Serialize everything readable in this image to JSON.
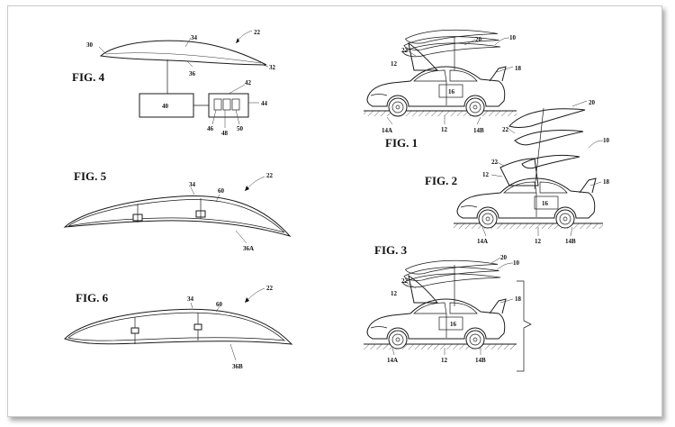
{
  "figures": {
    "fig1": "FIG. 1",
    "fig2": "FIG. 2",
    "fig3": "FIG. 3",
    "fig4": "FIG. 4",
    "fig5": "FIG. 5",
    "fig6": "FIG. 6"
  },
  "refs": {
    "fig4": {
      "r22": "22",
      "r30": "30",
      "r34": "34",
      "r32": "32",
      "r36": "36",
      "r40": "40",
      "r42": "42",
      "r44": "44",
      "r46": "46",
      "r48": "48",
      "r50": "50"
    },
    "fig5": {
      "r22": "22",
      "r34": "34",
      "r60": "60",
      "r36a": "36A"
    },
    "fig6": {
      "r22": "22",
      "r34": "34",
      "r60": "60",
      "r36b": "36B"
    },
    "fig1": {
      "r10": "10",
      "r20": "20",
      "r22": "22",
      "r12a": "12",
      "r18": "18",
      "r16": "16",
      "r14a": "14A",
      "r12b": "12",
      "r14b": "14B"
    },
    "fig2": {
      "r20": "20",
      "r22a": "22",
      "r10": "10",
      "r22b": "22",
      "r12": "12",
      "r16": "16",
      "r18": "18",
      "r14a": "14A",
      "r12b": "12",
      "r14b": "14B"
    },
    "fig3": {
      "r20": "20",
      "r10": "10",
      "r22": "22",
      "r12": "12",
      "r18": "18",
      "r16": "16",
      "r14a": "14A",
      "r12b": "12",
      "r14b": "14B"
    }
  }
}
